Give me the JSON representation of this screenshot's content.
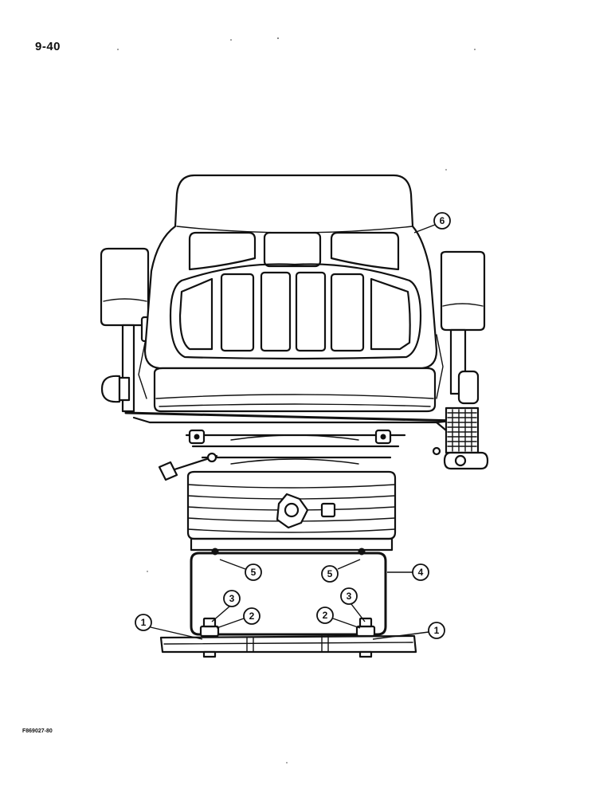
{
  "page": {
    "page_number": "9-40",
    "figure_code": "F869027-80"
  },
  "callouts": {
    "c1_left": "1",
    "c1_right": "1",
    "c2_left": "2",
    "c2_right": "2",
    "c3_left": "3",
    "c3_right": "3",
    "c4": "4",
    "c5_left": "5",
    "c5_right": "5",
    "c6": "6"
  },
  "colors": {
    "ink": "#111111",
    "paper": "#ffffff"
  }
}
